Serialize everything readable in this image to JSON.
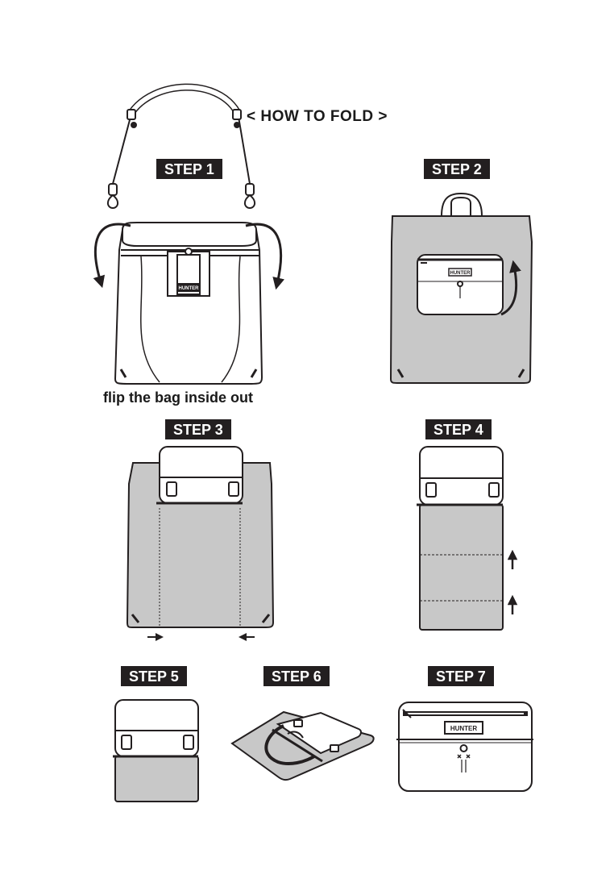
{
  "title": "< HOW TO FOLD >",
  "steps": [
    {
      "label": "STEP 1"
    },
    {
      "label": "STEP 2"
    },
    {
      "label": "STEP 3"
    },
    {
      "label": "STEP 4"
    },
    {
      "label": "STEP 5"
    },
    {
      "label": "STEP 6"
    },
    {
      "label": "STEP 7"
    }
  ],
  "step1_caption": "flip the bag inside out",
  "brand_label": "HUNTER",
  "colors": {
    "ink": "#231f20",
    "bag_grey": "#c8c8c8",
    "badge_bg": "#231f20",
    "badge_text": "#ffffff"
  }
}
